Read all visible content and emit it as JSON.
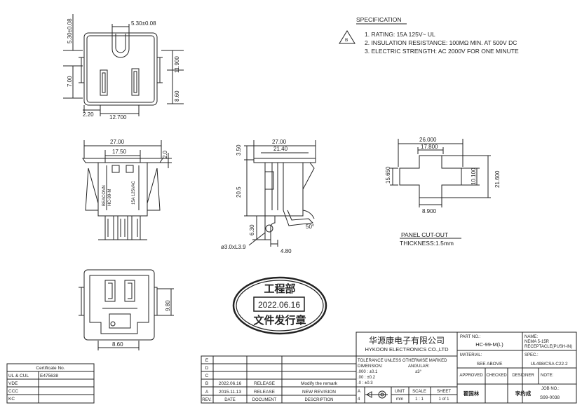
{
  "specification": {
    "heading": "SPECIFICATION",
    "note_symbol": "B",
    "items": [
      "1. RATING: 15A 125V~ UL",
      "2. INSULATION RESISTANCE: 100MΩ MIN. AT 500V DC",
      "3. ELECTRIC STRENGTH: AC 2000V FOR ONE MINUTE"
    ]
  },
  "dimensions": {
    "top_view": {
      "d1": "5.30±0.08",
      "d2": "5.30±0.08",
      "d3": "11.900",
      "d4": "7.00",
      "d5": "8.60",
      "d6": "2.20",
      "d7": "12.700"
    },
    "front_view": {
      "d1": "27.00",
      "d2": "17.50",
      "d3": "2.0",
      "label1": "15A 125VAC",
      "label2": "BEACONN",
      "label3": "HC-99-M"
    },
    "side_view": {
      "d1": "27.00",
      "d2": "21.40",
      "d3": "3.50",
      "d4": "20.5",
      "d5": "6.30",
      "d6": "4.80",
      "d7": "ø3.0xL3.9",
      "d8": "50°"
    },
    "panel_cutout": {
      "d1": "26.000",
      "d2": "17.800",
      "d3": "15.650",
      "d4": "10.100",
      "d5": "21.600",
      "d6": "8.900",
      "title": "PANEL CUT-OUT",
      "thickness": "THICKNESS:1.5mm"
    },
    "bottom_view": {
      "d1": "9.80",
      "d2": "8.60"
    }
  },
  "stamp": {
    "top": "工程部",
    "date": "2022.06.16",
    "bottom": "文件发行章"
  },
  "certificates": {
    "header": "Certificate No.",
    "rows": [
      {
        "name": "UL & CUL",
        "value": "E475638"
      },
      {
        "name": "VDE",
        "value": ""
      },
      {
        "name": "CCC",
        "value": ""
      },
      {
        "name": "KC",
        "value": ""
      }
    ]
  },
  "revisions": {
    "headers": [
      "REV.",
      "DATE",
      "DOCUMENT",
      "DESCRIPTION"
    ],
    "rows": [
      {
        "rev": "E",
        "date": "",
        "doc": "",
        "desc": ""
      },
      {
        "rev": "D",
        "date": "",
        "doc": "",
        "desc": ""
      },
      {
        "rev": "C",
        "date": "",
        "doc": "",
        "desc": ""
      },
      {
        "rev": "B",
        "date": "2022.06.16",
        "doc": "RELEASE",
        "desc": "Modify the remark"
      },
      {
        "rev": "A",
        "date": "2015.11.13",
        "doc": "RELEASE",
        "desc": "NEW REVISION"
      }
    ]
  },
  "title_block": {
    "company_cn": "华源康电子有限公司",
    "company_en": "HYKOON ELECTRONICS CO.,LTD",
    "part_no_label": "PART NO.:",
    "part_no": "HC-99-M(L)",
    "name_label": "NAME:",
    "name_line1": "NEMA 5-15R",
    "name_line2": "RECEPTACLE(PUSH-IN)",
    "material_label": "MATERIAL:",
    "material": "SEE ABOVE",
    "spec_label": "SPEC.:",
    "spec": "UL498/CSA C22.2",
    "tolerance_line1": "TOLERANCE UNLESS OTHERWISE MARKED",
    "tolerance_dim": "DIMENSION:",
    "tolerance_ang": "ANGULAR:",
    "tol1": ".000 : ±0.1",
    "tol2": ".00  : ±0.2",
    "tol3": ".0   : ±0.3",
    "ang": "±3°",
    "unit_label": "UNIT",
    "unit": "mm",
    "scale_label": "SCALE",
    "scale": "1 : 1",
    "sheet_label": "SHEET",
    "sheet": "1 of 1",
    "proj_a": "A",
    "proj_4": "4",
    "approved_label": "APPROVED",
    "checked_label": "CHECKED",
    "designer_label": "DESIGNER",
    "note_label": "NOTE:",
    "approved": "翟国林",
    "checked": "",
    "designer": "李约成",
    "job_label": "JOB NO.:",
    "job_no": "S99-0038"
  }
}
